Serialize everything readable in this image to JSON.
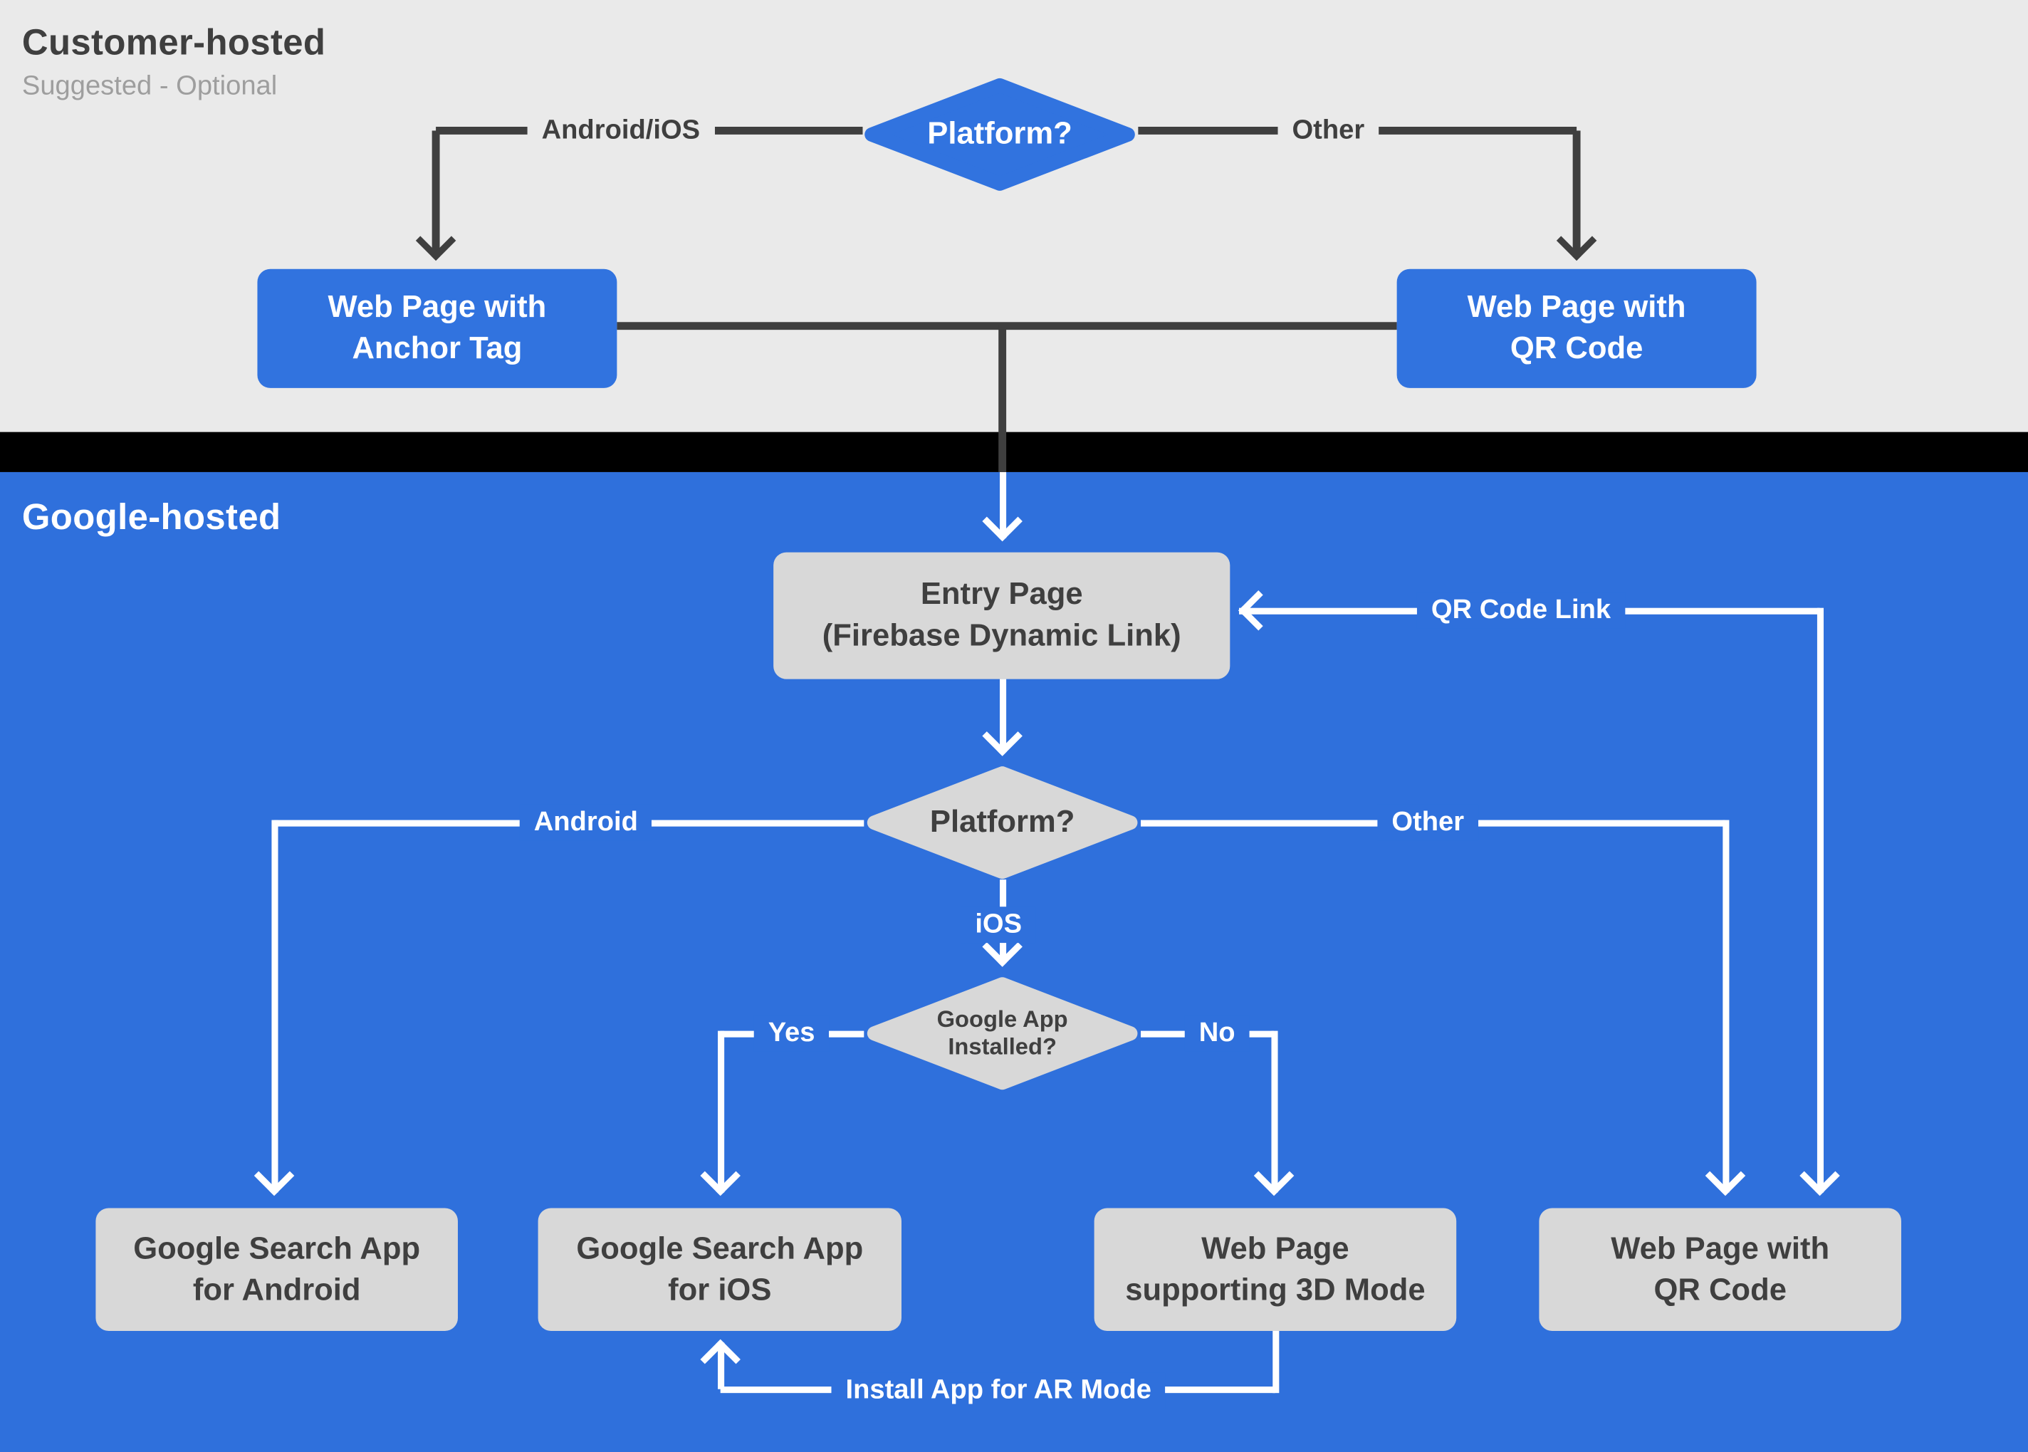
{
  "colors": {
    "blue_background": "#2F70DC",
    "blue_node": "#3173DF",
    "gray_background": "#EAEAEA",
    "gray_node": "#D8D8D8",
    "dark_line_text": "#3F3F3F",
    "black_band": "#000000",
    "white": "#FFFFFF",
    "subtitle_gray": "#9E9E9E"
  },
  "sections": {
    "customer_hosted": {
      "title": "Customer-hosted",
      "subtitle": "Suggested - Optional"
    },
    "google_hosted": {
      "title": "Google-hosted"
    }
  },
  "nodes": {
    "platform_decision_top": {
      "label": "Platform?"
    },
    "web_page_anchor": {
      "line1": "Web Page with",
      "line2": "Anchor Tag"
    },
    "web_page_qr_top": {
      "line1": "Web Page with",
      "line2": "QR Code"
    },
    "entry_page": {
      "line1": "Entry Page",
      "line2": "(Firebase Dynamic Link)"
    },
    "platform_decision_google": {
      "label": "Platform?"
    },
    "google_app_installed": {
      "line1": "Google App",
      "line2": "Installed?"
    },
    "google_search_app_android": {
      "line1": "Google Search App",
      "line2": "for Android"
    },
    "google_search_app_ios": {
      "line1": "Google Search App",
      "line2": "for iOS"
    },
    "web_page_3d_mode": {
      "line1": "Web Page",
      "line2": "supporting 3D Mode"
    },
    "web_page_qr_bottom": {
      "line1": "Web Page with",
      "line2": "QR Code"
    }
  },
  "edge_labels": {
    "android_ios": "Android/iOS",
    "other_top": "Other",
    "android": "Android",
    "ios": "iOS",
    "other_google": "Other",
    "yes": "Yes",
    "no": "No",
    "qr_code_link": "QR Code Link",
    "install_app_ar": "Install App for AR Mode"
  }
}
